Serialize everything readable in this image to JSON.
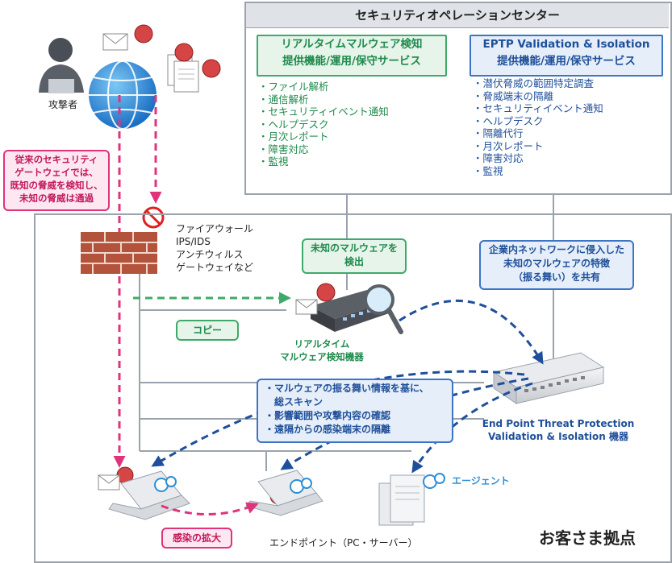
{
  "soc": {
    "title": "セキュリティオペレーションセンター",
    "green_header": [
      "リアルタイムマルウェア検知",
      "提供機能/運用/保守サービス"
    ],
    "green_items": [
      "・ファイル解析",
      "・通信解析",
      "・セキュリティイベント通知",
      "・ヘルプデスク",
      "・月次レポート",
      "・障害対応",
      "・監視"
    ],
    "blue_header": [
      "EPTP Validation & Isolation",
      "提供機能/運用/保守サービス"
    ],
    "blue_items": [
      "・潜伏脅威の範囲特定調査",
      "・脅威端末の隔離",
      "・セキュリティイベント通知",
      "・ヘルプデスク",
      "・隔離代行",
      "・月次レポート",
      "・障害対応",
      "・監視"
    ]
  },
  "attacker": {
    "label": "攻撃者"
  },
  "gateway_callout": [
    "従来のセキュリティ",
    "ゲートウェイでは、",
    "既知の脅威を検知し、",
    "未知の脅威は通過"
  ],
  "firewall": {
    "labels": [
      "ファイアウォール",
      "IPS/IDS",
      "アンチウィルス",
      "ゲートウェイなど"
    ]
  },
  "detect_callout": [
    "未知のマルウェアを",
    "検出"
  ],
  "copy_label": "コピー",
  "realtime_device": {
    "label": [
      "リアルタイム",
      "マルウェア検知機器"
    ]
  },
  "share_callout": [
    "企業内ネットワークに侵入した",
    "未知のマルウェアの特徴",
    "（振る舞い）を共有"
  ],
  "eptp_device": {
    "label": [
      "End Point Threat Protection",
      "Validation & Isolation 機器"
    ]
  },
  "scan_callout": [
    "・マルウェアの振る舞い情報を基に、",
    "　総スキャン",
    "・影響範囲や攻撃内容の確認",
    "・遠隔からの感染端末の隔離"
  ],
  "agent_label": "エージェント",
  "spread_label": "感染の拡大",
  "endpoint_label": "エンドポイント（PC・サーバー）",
  "site_label": "お客さま拠点",
  "colors": {
    "pink": "#e0337c",
    "green": "#3fa96a",
    "blue": "#1f4f9a",
    "gray": "#9aa3ad"
  }
}
